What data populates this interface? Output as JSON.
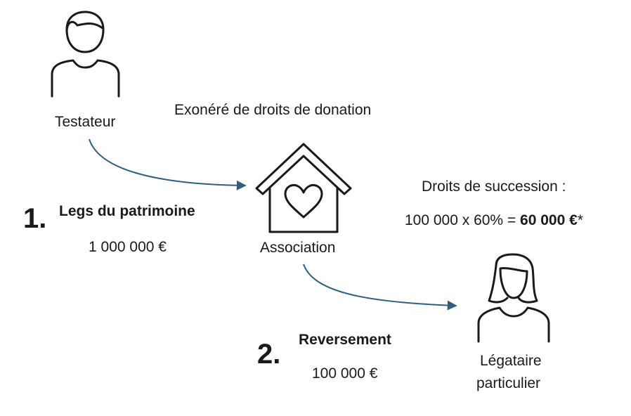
{
  "testateur": {
    "label": "Testateur",
    "icon": "man-icon"
  },
  "association": {
    "label": "Association",
    "icon": "house-heart-icon"
  },
  "legataire": {
    "label_line1": "Légataire",
    "label_line2": "particulier",
    "icon": "woman-icon"
  },
  "exonere": "Exonéré de droits de donation",
  "step1": {
    "number": "1.",
    "title": "Legs du patrimoine",
    "amount": "1 000 000 €"
  },
  "step2": {
    "number": "2.",
    "title": "Reversement",
    "amount": "100 000 €"
  },
  "droits": {
    "title": "Droits de succession :",
    "formula": "100 000 x 60% = ",
    "result": "60 000 €",
    "note": "*"
  },
  "colors": {
    "arrow": "#2e5f7e",
    "stroke": "#1a1a1a"
  }
}
